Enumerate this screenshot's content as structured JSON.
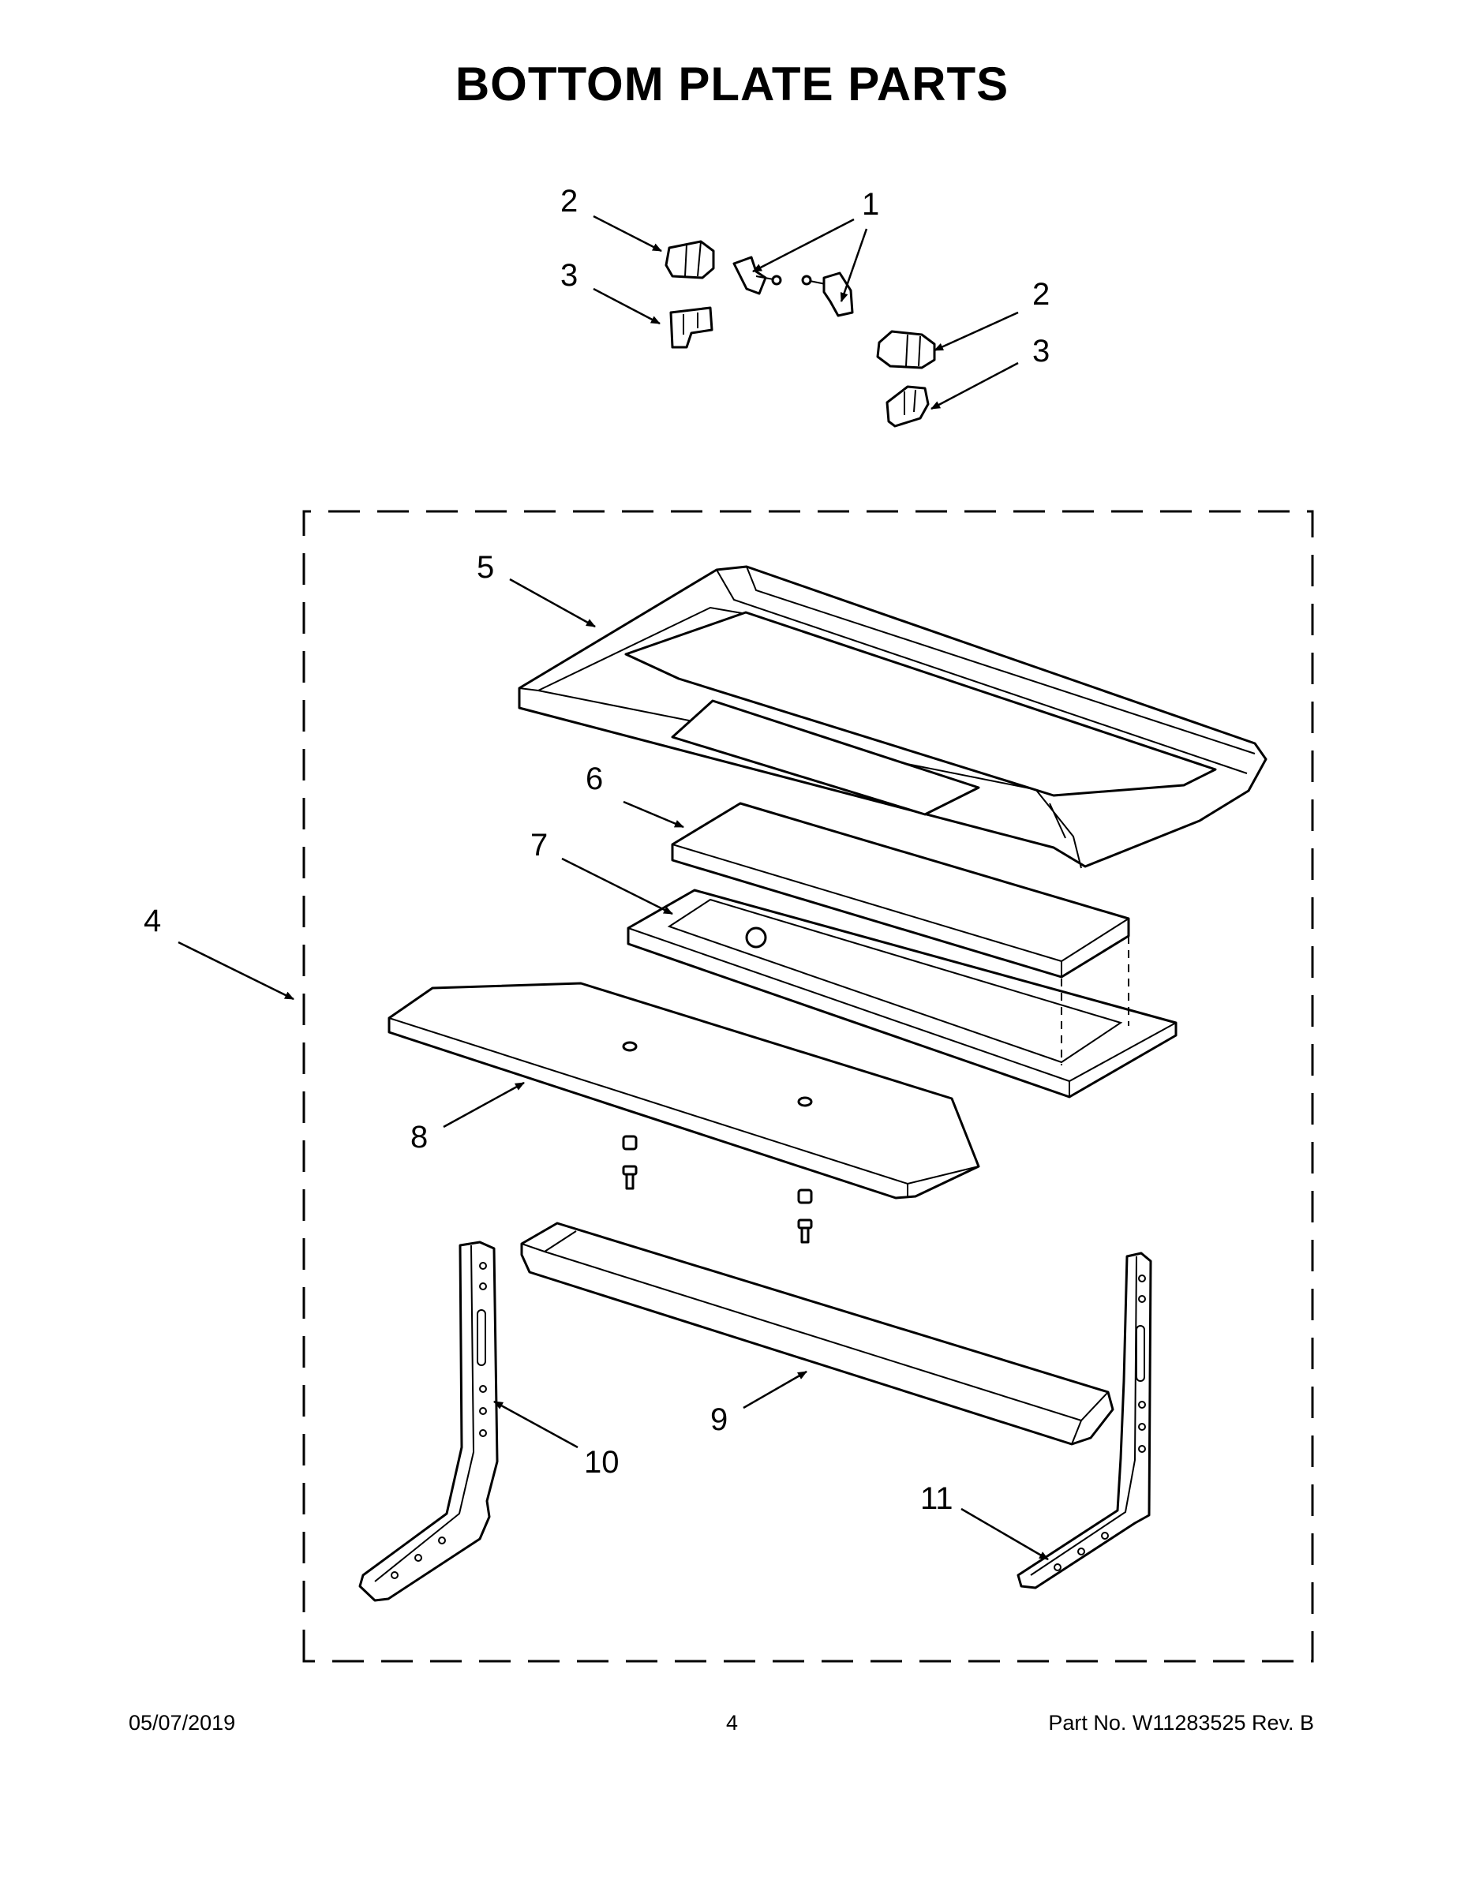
{
  "title": "BOTTOM PLATE PARTS",
  "callouts": {
    "c1": "1",
    "c2a": "2",
    "c2b": "2",
    "c3a": "3",
    "c3b": "3",
    "c4": "4",
    "c5": "5",
    "c6": "6",
    "c7": "7",
    "c8": "8",
    "c9": "9",
    "c10": "10",
    "c11": "11"
  },
  "footer": {
    "date": "05/07/2019",
    "page": "4",
    "part_no": "Part No.  W11283525  Rev.  B"
  }
}
